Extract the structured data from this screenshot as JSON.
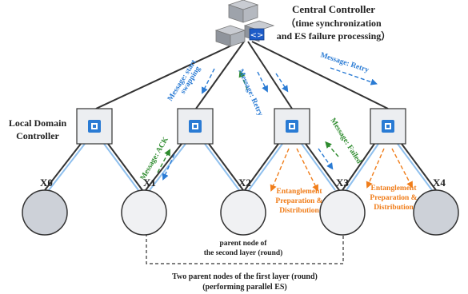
{
  "central_controller": {
    "title": "Central Controller",
    "subtitle_line1": "（time synchronization",
    "subtitle_line2": "and ES failure processing）"
  },
  "local_domain_controller": {
    "line1": "Local Domain",
    "line2": "Controller"
  },
  "nodes": [
    {
      "label": "X0"
    },
    {
      "label": "X1"
    },
    {
      "label": "X2"
    },
    {
      "label": "X3"
    },
    {
      "label": "X4"
    }
  ],
  "messages": {
    "start_swapping_1": "Message: start",
    "start_swapping_2": "swapping",
    "retry_mid": "Message: Retry",
    "retry_top": "Message: Retry",
    "ack": "Message: ACK",
    "failed": "Message: Failed"
  },
  "entanglement": {
    "line1": "Entanglement",
    "line2": "Preparation &",
    "line3": "Distribution"
  },
  "annotations": {
    "parent_second_1": "parent node of",
    "parent_second_2": "the second layer (round)",
    "parent_first_1": "Two parent nodes of the first layer (round)",
    "parent_first_2": "(performing parallel ES)"
  },
  "colors": {
    "green": "#2e8b2e",
    "blue": "#2a7bd4",
    "orange": "#f07d1a",
    "line": "#333333",
    "light_blue": "#8fc0ee",
    "node_gray": "#cdd1d8",
    "node_light": "#f0f1f3"
  }
}
